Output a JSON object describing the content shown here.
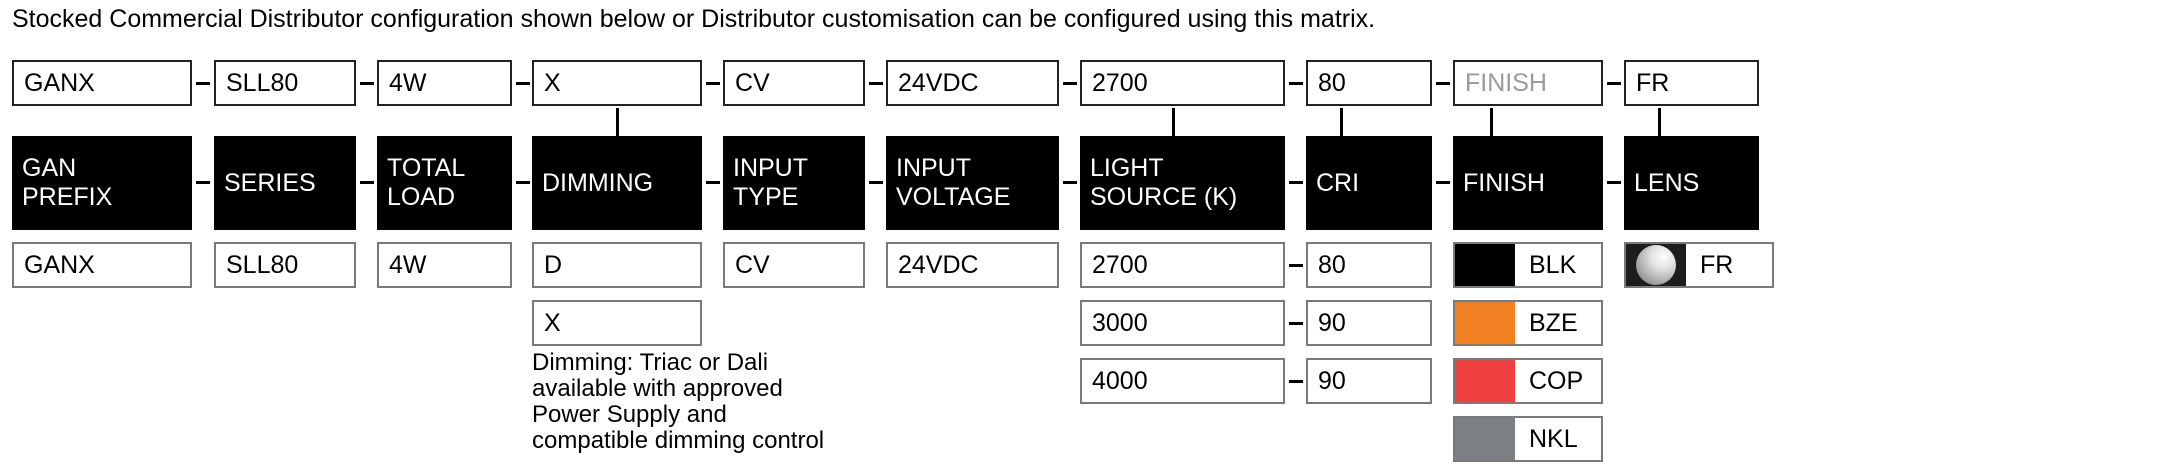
{
  "intro": {
    "text": "Stocked Commercial Distributor configuration shown below or Distributor customisation can be configured using this matrix."
  },
  "separator": "–",
  "selected_row": {
    "values": [
      {
        "text": "GANX",
        "placeholder": false
      },
      {
        "text": "SLL80",
        "placeholder": false
      },
      {
        "text": "4W",
        "placeholder": false
      },
      {
        "text": "X",
        "placeholder": false
      },
      {
        "text": "CV",
        "placeholder": false
      },
      {
        "text": "24VDC",
        "placeholder": false
      },
      {
        "text": "2700",
        "placeholder": false
      },
      {
        "text": "80",
        "placeholder": false
      },
      {
        "text": "FINISH",
        "placeholder": true
      },
      {
        "text": "FR",
        "placeholder": false
      }
    ]
  },
  "headers": [
    {
      "lines": [
        "GAN",
        "PREFIX"
      ]
    },
    {
      "lines": [
        "SERIES"
      ]
    },
    {
      "lines": [
        "TOTAL",
        "LOAD"
      ]
    },
    {
      "lines": [
        "DIMMING"
      ]
    },
    {
      "lines": [
        "INPUT",
        "TYPE"
      ]
    },
    {
      "lines": [
        "INPUT",
        "VOLTAGE"
      ]
    },
    {
      "lines": [
        "LIGHT",
        "SOURCE (K)"
      ]
    },
    {
      "lines": [
        "CRI"
      ]
    },
    {
      "lines": [
        "FINISH"
      ]
    },
    {
      "lines": [
        "LENS"
      ]
    }
  ],
  "options": {
    "gan_prefix": [
      "GANX"
    ],
    "series": [
      "SLL80"
    ],
    "total_load": [
      "4W"
    ],
    "dimming": [
      "D",
      "X"
    ],
    "input_type": [
      "CV"
    ],
    "input_voltage": [
      "24VDC"
    ],
    "light_source": [
      "2700",
      "3000",
      "4000"
    ],
    "cri": [
      "80",
      "90",
      "90"
    ],
    "finish": [
      {
        "code": "BLK",
        "color": "#000000"
      },
      {
        "code": "BZE",
        "color": "#F08022"
      },
      {
        "code": "COP",
        "color": "#EE4140"
      },
      {
        "code": "NKL",
        "color": "#7C8085"
      }
    ],
    "lens": [
      {
        "code": "FR",
        "icon": "frosted-lens-icon"
      }
    ]
  },
  "dimming_note": {
    "lines": [
      "Dimming: Triac or Dali",
      "available with approved",
      "Power Supply and",
      "compatible dimming control"
    ]
  },
  "colors": {
    "header_bg": "#000000",
    "header_text": "#FFFFFF",
    "cell_border": "#7A7A7A",
    "placeholder_text": "#9A9A9A",
    "page_bg": "#FFFFFF"
  }
}
